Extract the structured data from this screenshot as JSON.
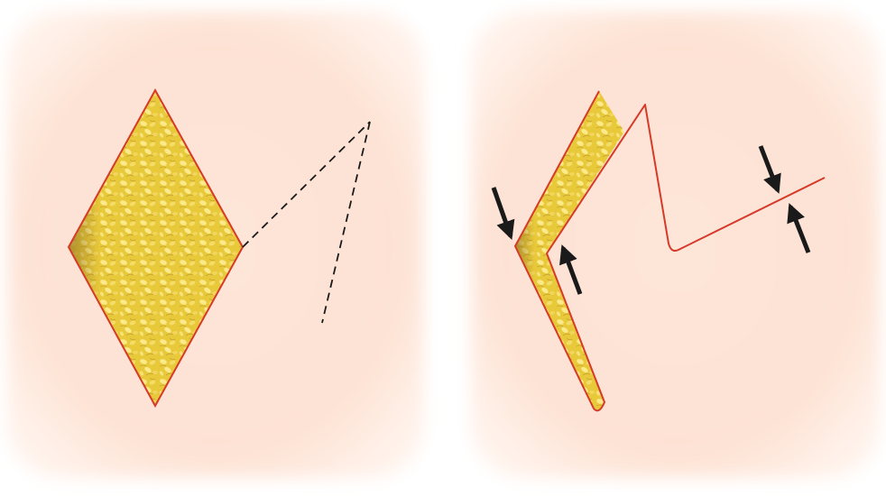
{
  "colors": {
    "panel_center": "#fde5d8",
    "panel_edge": "#fff3ec",
    "fat_fill": "#e8c93a",
    "fat_highlight": "#fbe98a",
    "fat_shadow": "#9a7a24",
    "incision_line": "#d63a28",
    "guide_dash": "#1a1a1a",
    "arrow": "#1a1a1a"
  },
  "panels": [
    {
      "id": "left",
      "content": [
        "rhombic-flap-defect",
        "dashed-flap-design"
      ]
    },
    {
      "id": "right",
      "content": [
        "flap-transposed-into-defect",
        "incision-closure-line",
        "closure-tension-arrows"
      ]
    }
  ]
}
